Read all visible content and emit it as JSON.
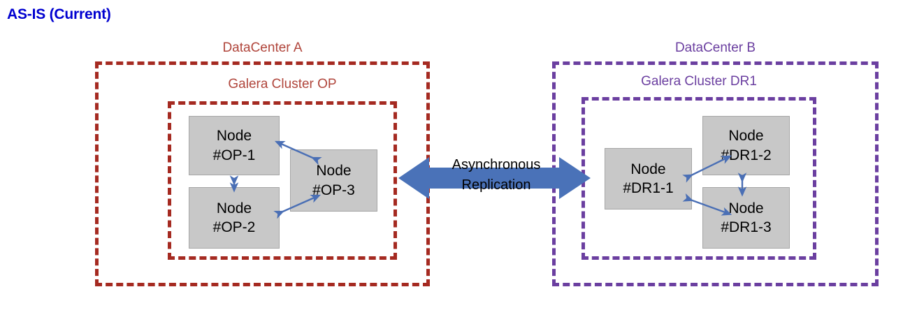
{
  "title": "AS-IS (Current)",
  "colors": {
    "title": "#0000d0",
    "datacenter_a": "#a52a21",
    "datacenter_b": "#6b3fa0",
    "node_fill": "#c8c8c8",
    "arrow_blue": "#4a6fb5",
    "replication_arrow": "#4a72b8"
  },
  "datacenters": [
    {
      "name": "datacenter-a",
      "label": "DataCenter A",
      "cluster": {
        "label": "Galera Cluster OP",
        "nodes": [
          {
            "line1": "Node",
            "line2": "#OP-1"
          },
          {
            "line1": "Node",
            "line2": "#OP-2"
          },
          {
            "line1": "Node",
            "line2": "#OP-3"
          }
        ]
      }
    },
    {
      "name": "datacenter-b",
      "label": "DataCenter B",
      "cluster": {
        "label": "Galera Cluster DR1",
        "nodes": [
          {
            "line1": "Node",
            "line2": "#DR1-1"
          },
          {
            "line1": "Node",
            "line2": "#DR1-2"
          },
          {
            "line1": "Node",
            "line2": "#DR1-3"
          }
        ]
      }
    }
  ],
  "replication": {
    "line1": "Asynchronous",
    "line2": "Replication",
    "direction": "bidirectional"
  }
}
